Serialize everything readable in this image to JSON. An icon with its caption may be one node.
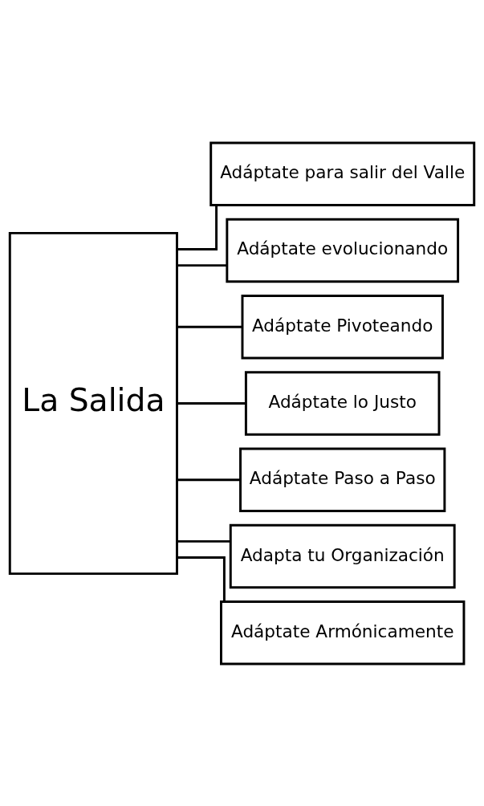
{
  "diagram": {
    "nodes": [
      {
        "text": [
          "La Salida"
        ]
      },
      {
        "text": [
          "Adáptate para salir del Valle"
        ]
      },
      {
        "text": [
          "Adáptate evolucionando"
        ]
      },
      {
        "text": [
          "Adáptate Pivoteando"
        ]
      },
      {
        "text": [
          "Adáptate lo Justo"
        ]
      },
      {
        "text": [
          "Adáptate Paso a Paso"
        ]
      },
      {
        "text": [
          "Adapta tu Organización"
        ]
      },
      {
        "text": [
          "Adáptate Armónicamente"
        ]
      }
    ],
    "edges": [
      {
        "from": 0,
        "to": 1,
        "arrow": "none"
      },
      {
        "from": 0,
        "to": 2,
        "arrow": "none"
      },
      {
        "from": 0,
        "to": 3,
        "arrow": "none"
      },
      {
        "from": 0,
        "to": 4,
        "arrow": "none"
      },
      {
        "from": 0,
        "to": 5,
        "arrow": "none"
      },
      {
        "from": 0,
        "to": 6,
        "arrow": "none"
      },
      {
        "from": 0,
        "to": 7,
        "arrow": "none"
      }
    ]
  }
}
